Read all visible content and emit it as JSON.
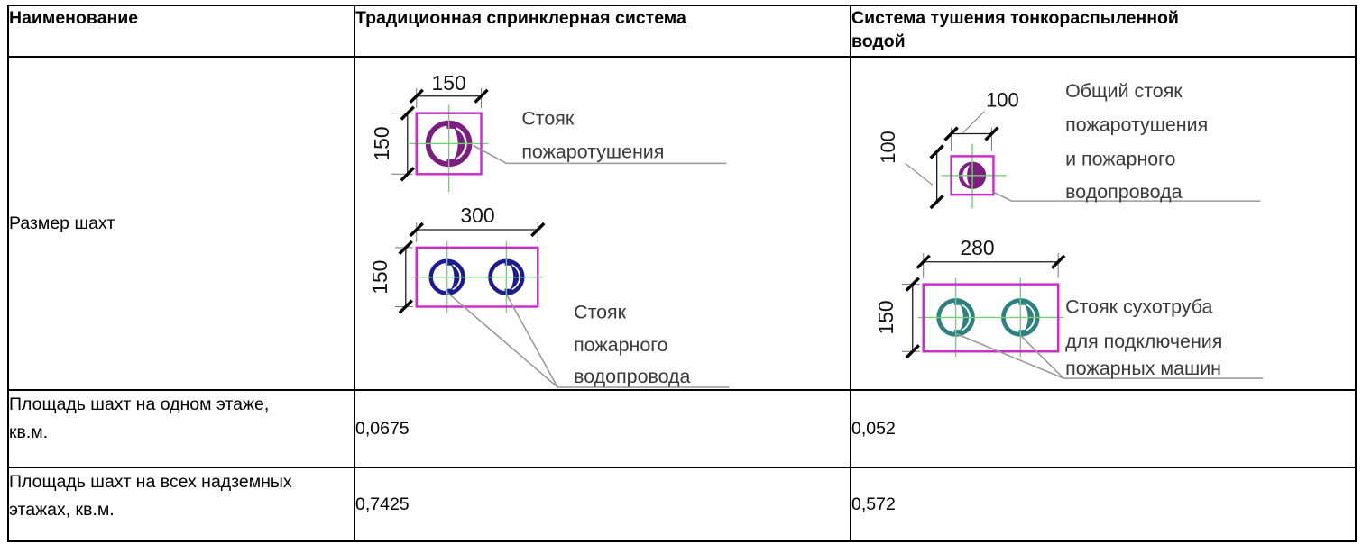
{
  "colors": {
    "shaft_box": "#cb2fcb",
    "pipe_purple": "#7c1d80",
    "pipe_navy": "#1c1c8c",
    "pipe_teal": "#2f8080",
    "axis_green": "#6fd46f",
    "leader_gray": "#999999",
    "table_border": "#000000"
  },
  "table": {
    "headers": {
      "name": "Наименование",
      "traditional": "Традиционная спринклерная система",
      "mist_line1": "Система тушения тонкораспыленной",
      "mist_line2": "водой"
    },
    "shaft_size_row": {
      "label": "Размер шахт"
    },
    "area_one_floor_row": {
      "label_line1": "Площадь шахт на одном этаже,",
      "label_line2": "кв.м.",
      "traditional_value": "0,0675",
      "mist_value": "0,052"
    },
    "area_all_floors_row": {
      "label_line1": "Площадь шахт на всех надземных",
      "label_line2": "этажах, кв.м.",
      "traditional_value": "0,7425",
      "mist_value": "0,572"
    }
  },
  "drawings": {
    "trad_single": {
      "width_dim": "150",
      "height_dim": "150",
      "label_line1": "Стояк",
      "label_line2": "пожаротушения"
    },
    "trad_double": {
      "width_dim": "300",
      "height_dim": "150",
      "label_line1": "Стояк",
      "label_line2": "пожарного",
      "label_line3": "водопровода"
    },
    "mist_single": {
      "width_dim": "100",
      "height_dim": "100",
      "label_line1": "Общий стояк",
      "label_line2": "пожаротушения",
      "label_line3": "и пожарного",
      "label_line4": "водопровода"
    },
    "mist_double": {
      "width_dim": "280",
      "height_dim": "150",
      "label_line1": "Стояк сухотруба",
      "label_line2": "для подключения",
      "label_line3": "пожарных машин"
    }
  }
}
